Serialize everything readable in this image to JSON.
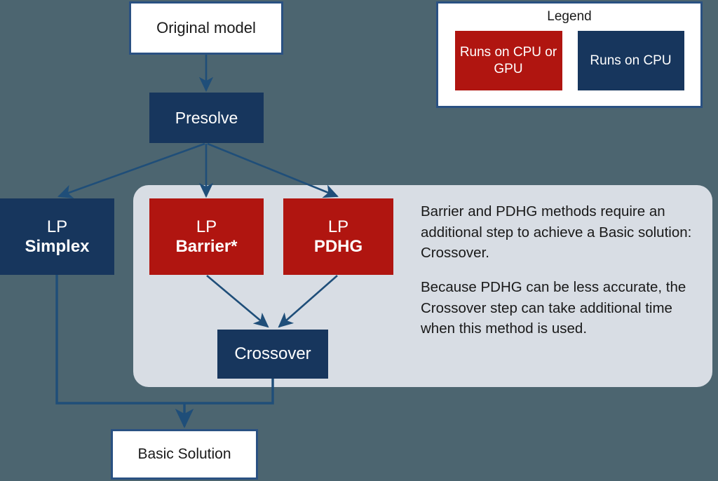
{
  "colors": {
    "background": "#4c6570",
    "panel": "#d8dde4",
    "navy": "#17365d",
    "red": "#b01510",
    "border_blue": "#2a5182",
    "arrow": "#1f4e79",
    "white": "#ffffff"
  },
  "nodes": {
    "original_model": {
      "label": "Original model"
    },
    "presolve": {
      "label": "Presolve"
    },
    "lp_simplex": {
      "line1": "LP",
      "line2": "Simplex"
    },
    "lp_barrier": {
      "line1": "LP",
      "line2": "Barrier*"
    },
    "lp_pdhg": {
      "line1": "LP",
      "line2": "PDHG"
    },
    "crossover": {
      "label": "Crossover"
    },
    "basic_solution": {
      "label": "Basic Solution"
    }
  },
  "explanations": {
    "paragraph_1": "Barrier and PDHG methods require an additional step to achieve a Basic solution: Crossover.",
    "paragraph_2": "Because PDHG can be less accurate, the Crossover step can take additional time when this method is used."
  },
  "legend": {
    "title": "Legend",
    "items": [
      {
        "label": "Runs on CPU or GPU",
        "color": "#b01510"
      },
      {
        "label": "Runs on CPU",
        "color": "#17365d"
      }
    ]
  }
}
